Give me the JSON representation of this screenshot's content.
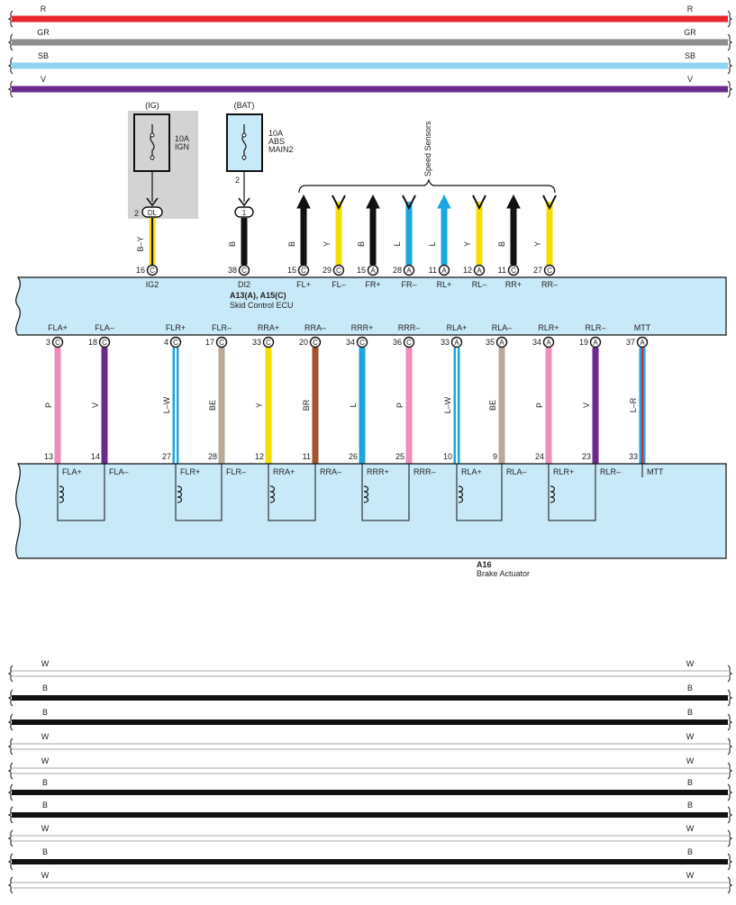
{
  "colors": {
    "R": "#e8242c",
    "GR": "#8e8e8e",
    "SB": "#8fd3f2",
    "V": "#6b2a8e",
    "B": "#111111",
    "Y": "#f7dd00",
    "L": "#1aa6e0",
    "P": "#f08cbc",
    "BE": "#b9a99a",
    "BR": "#a2532b",
    "W": "#ffffff",
    "ecu": "#c8e9f8",
    "shade": "#d3d3d3"
  },
  "top_buses": [
    {
      "code": "R",
      "left": "R",
      "right": "R"
    },
    {
      "code": "GR",
      "left": "GR",
      "right": "GR"
    },
    {
      "code": "SB",
      "left": "SB",
      "right": "SB"
    },
    {
      "code": "V",
      "left": "V",
      "right": "V"
    }
  ],
  "bottom_buses": [
    {
      "code": "W",
      "left": "W",
      "right": "W"
    },
    {
      "code": "B",
      "left": "B",
      "right": "B"
    },
    {
      "code": "B",
      "left": "B",
      "right": "B"
    },
    {
      "code": "W",
      "left": "W",
      "right": "W"
    },
    {
      "code": "W",
      "left": "W",
      "right": "W"
    },
    {
      "code": "B",
      "left": "B",
      "right": "B"
    },
    {
      "code": "B",
      "left": "B",
      "right": "B"
    },
    {
      "code": "W",
      "left": "W",
      "right": "W"
    },
    {
      "code": "B",
      "left": "B",
      "right": "B"
    },
    {
      "code": "W",
      "left": "W",
      "right": "W"
    }
  ],
  "fuse_ig": {
    "source": "(IG)",
    "rating": "10A",
    "name": "IGN",
    "connector": "DL",
    "pin": "2"
  },
  "fuse_bat": {
    "source": "(BAT)",
    "rating": "10A",
    "name1": "ABS",
    "name2": "MAIN2",
    "pin_top": "2",
    "connector": "1"
  },
  "speed_sensors_label": "Speed Sensors",
  "ecu": {
    "id": "A13(A), A15(C)",
    "name": "Skid Control ECU"
  },
  "ecu_top_pins": [
    {
      "wire": "B–Y",
      "pin": "16",
      "conn": "C",
      "label": "IG2",
      "color": "Y",
      "stripe": "B",
      "arrow": "none"
    },
    {
      "wire": "B",
      "pin": "38",
      "conn": "C",
      "label": "DI2",
      "color": "B",
      "arrow": "none"
    },
    {
      "wire": "B",
      "pin": "15",
      "conn": "C",
      "label": "FL+",
      "color": "B",
      "arrow": "up"
    },
    {
      "wire": "Y",
      "pin": "29",
      "conn": "C",
      "label": "FL–",
      "color": "Y",
      "arrow": "down"
    },
    {
      "wire": "B",
      "pin": "15",
      "conn": "A",
      "label": "FR+",
      "color": "B",
      "arrow": "up"
    },
    {
      "wire": "L",
      "pin": "28",
      "conn": "A",
      "label": "FR–",
      "color": "L",
      "arrow": "down"
    },
    {
      "wire": "L",
      "pin": "11",
      "conn": "A",
      "label": "RL+",
      "color": "L",
      "arrow": "up"
    },
    {
      "wire": "Y",
      "pin": "12",
      "conn": "A",
      "label": "RL–",
      "color": "Y",
      "arrow": "down"
    },
    {
      "wire": "B",
      "pin": "11",
      "conn": "C",
      "label": "RR+",
      "color": "B",
      "arrow": "up"
    },
    {
      "wire": "Y",
      "pin": "27",
      "conn": "C",
      "label": "RR–",
      "color": "Y",
      "arrow": "down"
    }
  ],
  "ecu_bottom_pins": [
    {
      "label": "FLA+",
      "pin": "3",
      "conn": "C",
      "wire": "P",
      "color": "P",
      "act_pin": "13",
      "act_label": "FLA+"
    },
    {
      "label": "FLA–",
      "pin": "18",
      "conn": "C",
      "wire": "V",
      "color": "V",
      "act_pin": "14",
      "act_label": "FLA–"
    },
    {
      "label": "FLR+",
      "pin": "4",
      "conn": "C",
      "wire": "L–W",
      "color": "L",
      "stripe": "W",
      "act_pin": "27",
      "act_label": "FLR+"
    },
    {
      "label": "FLR–",
      "pin": "17",
      "conn": "C",
      "wire": "BE",
      "color": "BE",
      "act_pin": "28",
      "act_label": "FLR–"
    },
    {
      "label": "RRA+",
      "pin": "33",
      "conn": "C",
      "wire": "Y",
      "color": "Y",
      "act_pin": "12",
      "act_label": "RRA+"
    },
    {
      "label": "RRA–",
      "pin": "20",
      "conn": "C",
      "wire": "BR",
      "color": "BR",
      "act_pin": "11",
      "act_label": "RRA–"
    },
    {
      "label": "RRR+",
      "pin": "34",
      "conn": "C",
      "wire": "L",
      "color": "L",
      "act_pin": "26",
      "act_label": "RRR+"
    },
    {
      "label": "RRR–",
      "pin": "36",
      "conn": "C",
      "wire": "P",
      "color": "P",
      "act_pin": "25",
      "act_label": "RRR–"
    },
    {
      "label": "RLA+",
      "pin": "33",
      "conn": "A",
      "wire": "L–W",
      "color": "L",
      "stripe": "W",
      "act_pin": "10",
      "act_label": "RLA+"
    },
    {
      "label": "RLA–",
      "pin": "35",
      "conn": "A",
      "wire": "BE",
      "color": "BE",
      "act_pin": "9",
      "act_label": "RLA–"
    },
    {
      "label": "RLR+",
      "pin": "34",
      "conn": "A",
      "wire": "P",
      "color": "P",
      "act_pin": "24",
      "act_label": "RLR+"
    },
    {
      "label": "RLR–",
      "pin": "19",
      "conn": "A",
      "wire": "V",
      "color": "V",
      "act_pin": "23",
      "act_label": "RLR–"
    },
    {
      "label": "MTT",
      "pin": "37",
      "conn": "A",
      "wire": "L–R",
      "color": "L",
      "stripe": "R",
      "act_pin": "33",
      "act_label": "MTT"
    }
  ],
  "actuator": {
    "id": "A16",
    "name": "Brake Actuator"
  }
}
